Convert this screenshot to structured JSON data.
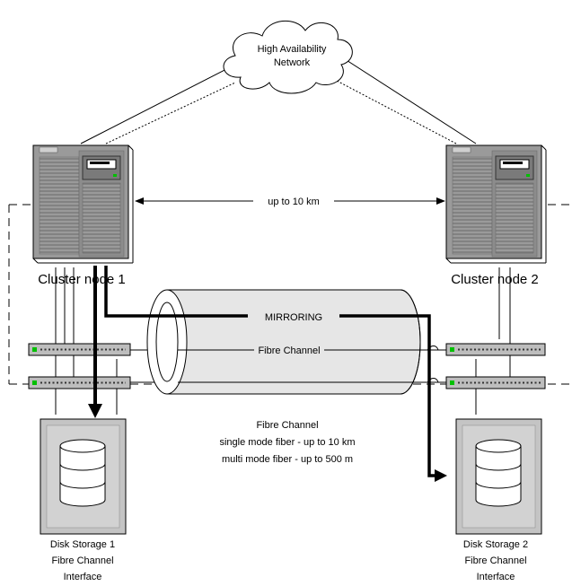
{
  "diagram": {
    "cloud_label_line1": "High Availability",
    "cloud_label_line2": "Network",
    "distance_label": "up to 10 km",
    "node1_label": "Cluster node 1",
    "node2_label": "Cluster node 2",
    "mirroring_label": "MIRRORING",
    "fibre_channel_label": "Fibre Channel",
    "fc_info_line1": "Fibre Channel",
    "fc_info_line2": "single mode fiber - up to 10 km",
    "fc_info_line3": "multi mode fiber - up to 500 m",
    "storage1_line1": "Disk Storage 1",
    "storage1_line2": "Fibre Channel",
    "storage1_line3": "Interface",
    "storage2_line1": "Disk Storage 2",
    "storage2_line2": "Fibre Channel",
    "storage2_line3": "Interface"
  },
  "colors": {
    "server_body": "#9a9a9a",
    "server_dark": "#5a5a5a",
    "switch_body": "#bdbdbd",
    "led_green": "#00c000",
    "storage_body": "#c4c4c4",
    "line": "#000000"
  }
}
